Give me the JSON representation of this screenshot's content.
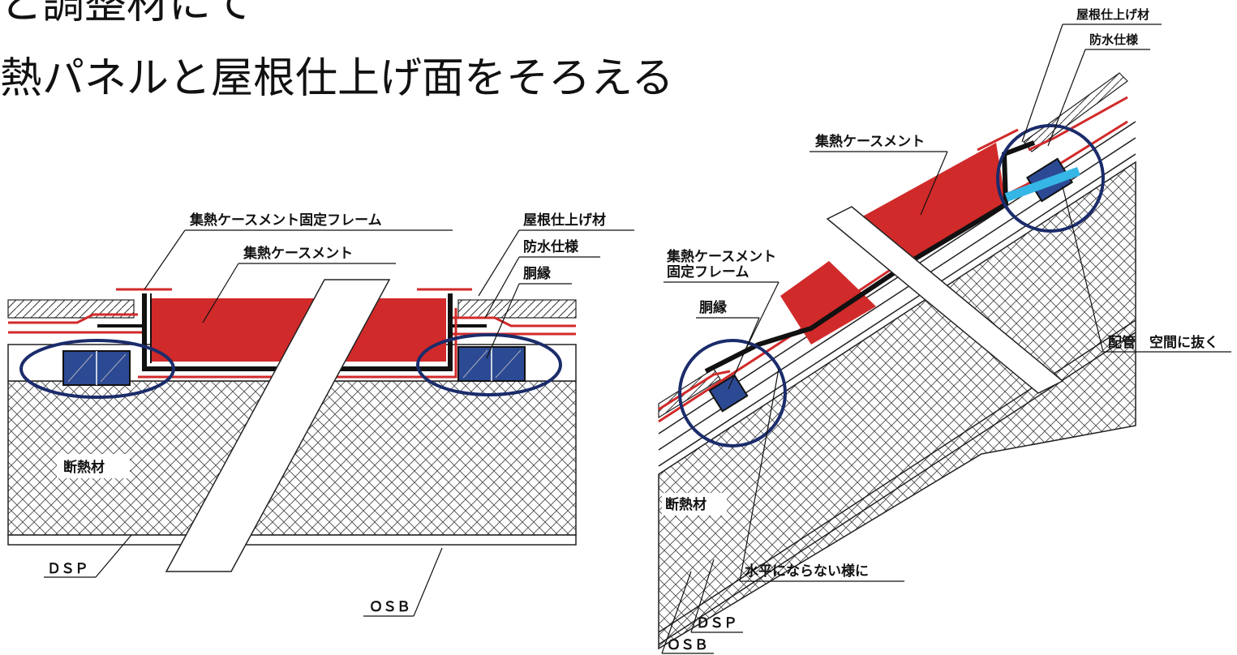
{
  "heading": {
    "line1": "と調整材にて",
    "line2": "熱パネルと屋根仕上げ面をそろえる"
  },
  "colors": {
    "collector_red": "#d12a2a",
    "spacer_blue": "#2c4a93",
    "circle_navy": "#1b2c6b",
    "pipe_cyan": "#35b6e6"
  },
  "left_diagram": {
    "frame_label": "集熱ケースメント固定フレーム",
    "casement_label": "集熱ケースメント",
    "roof_finish_label": "屋根仕上げ材",
    "waterproof_label": "防水仕様",
    "furring_label": "胴縁",
    "insulation_label": "断熱材",
    "dsp_label": "ＤＳＰ",
    "osb_label": "ＯＳＢ"
  },
  "right_diagram": {
    "roof_finish_label": "屋根仕上げ材",
    "waterproof_label": "防水仕様",
    "casement_label": "集熱ケースメント",
    "frame_label_1": "集熱ケースメント",
    "frame_label_2": "固定フレーム",
    "furring_label": "胴縁",
    "pipe_label": "配管　空間に抜く",
    "insulation_label": "断熱材",
    "not_horizontal_label": "水平にならない様に",
    "dsp_label": "ＤＳＰ",
    "osb_label": "ＯＳＢ"
  }
}
